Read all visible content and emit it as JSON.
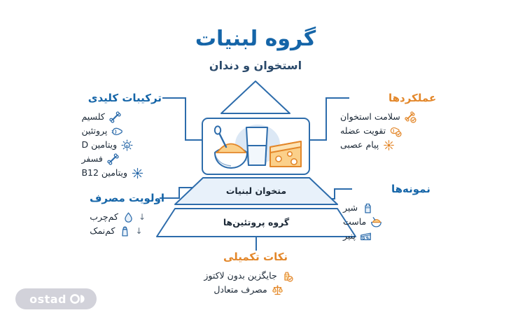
{
  "header": {
    "title": "گروه لبنیات",
    "subtitle": "استخوان و دندان"
  },
  "pyramid": {
    "tier_middle_label": "متخوان لبنیات",
    "tier_bottom_label": "گروه پروتئین‌ها",
    "center_illustration": "dairy-foods-illustration"
  },
  "sections": {
    "key_compounds": {
      "heading": "ترکیبات کلیدی",
      "items": [
        {
          "label": "کلسیم",
          "icon": "bone-icon"
        },
        {
          "label": "پروتئین",
          "icon": "bicep-icon"
        },
        {
          "label": "ویتامین D",
          "icon": "sun-d-icon"
        },
        {
          "label": "فسفر",
          "icon": "bone-icon"
        },
        {
          "label": "ویتامین B12",
          "icon": "atom-icon"
        }
      ]
    },
    "functions": {
      "heading": "عملکردها",
      "items": [
        {
          "label": "سلامت استخوان",
          "icon": "bone-check-icon"
        },
        {
          "label": "تقویت عضله",
          "icon": "bicep-check-icon"
        },
        {
          "label": "پیام عصبی",
          "icon": "nerve-icon"
        }
      ]
    },
    "priority": {
      "heading": "اولویت مصرف",
      "items": [
        {
          "label": "کم‌چرب",
          "icon": "droplet-icon",
          "marker": "↓"
        },
        {
          "label": "کم‌نمک",
          "icon": "salt-shaker-icon",
          "marker": "↓"
        }
      ]
    },
    "examples": {
      "heading": "نمونه‌ها",
      "items": [
        {
          "label": "شیر",
          "icon": "milk-carton-icon"
        },
        {
          "label": "ماست",
          "icon": "yogurt-bowl-icon"
        },
        {
          "label": "پنیر",
          "icon": "cheese-icon"
        }
      ]
    },
    "tips": {
      "heading": "نکات تکمیلی",
      "items": [
        {
          "label": "جایگزین بدون لاکتوز",
          "icon": "lactose-free-check-icon"
        },
        {
          "label": "مصرف متعادل",
          "icon": "balance-scale-icon"
        }
      ]
    }
  },
  "branding": {
    "logo_text": "ostad",
    "logo_mark": "ostad-circles-icon"
  },
  "colors": {
    "brand_blue": "#1565a8",
    "line_blue": "#2d6cab",
    "accent_orange": "#e3872a",
    "tier_fill": "#e8f1fa",
    "logo_gray": "#d2d2da"
  }
}
